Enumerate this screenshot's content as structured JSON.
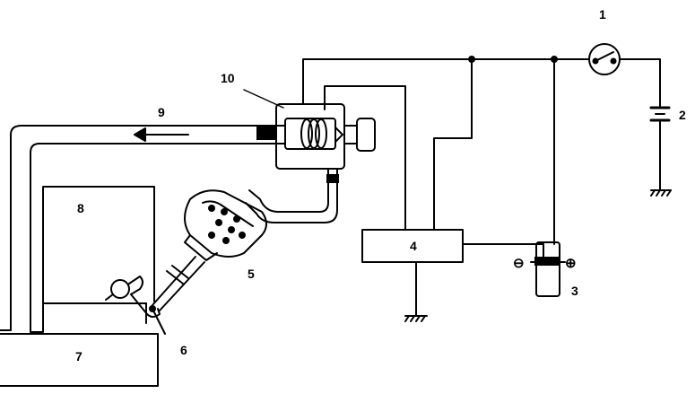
{
  "callouts": {
    "switch": "1",
    "battery": "2",
    "coil": "3",
    "control_unit": "4",
    "vacuum_unit": "5",
    "throttle_linkage": "6",
    "carburetor": "7",
    "air_filter": "8",
    "vacuum_hose": "9",
    "solenoid_valve": "10"
  },
  "polarity": {
    "negative": "⊖",
    "positive": "⊕"
  },
  "colors": {
    "ink": "#000000",
    "paper": "#ffffff"
  }
}
